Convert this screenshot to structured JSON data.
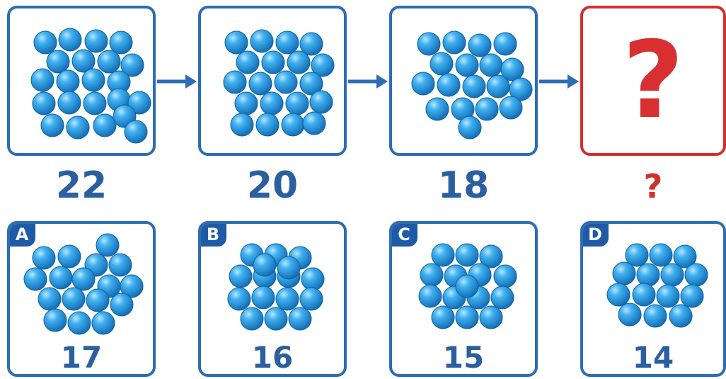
{
  "sequence": [
    {
      "label": "22",
      "count": 22
    },
    {
      "label": "20",
      "count": 20
    },
    {
      "label": "18",
      "count": 18
    },
    {
      "label": "?",
      "unknown": true
    }
  ],
  "options": [
    {
      "letter": "A",
      "label": "17",
      "count": 17
    },
    {
      "letter": "B",
      "label": "16",
      "count": 16
    },
    {
      "letter": "C",
      "label": "15",
      "count": 15
    },
    {
      "letter": "D",
      "label": "14",
      "count": 14
    }
  ],
  "question_mark": "?",
  "colors": {
    "border": "#2c6db4",
    "question": "#d32f2f",
    "ball": "#2a9ae0",
    "badge": "#1f5aa6"
  }
}
